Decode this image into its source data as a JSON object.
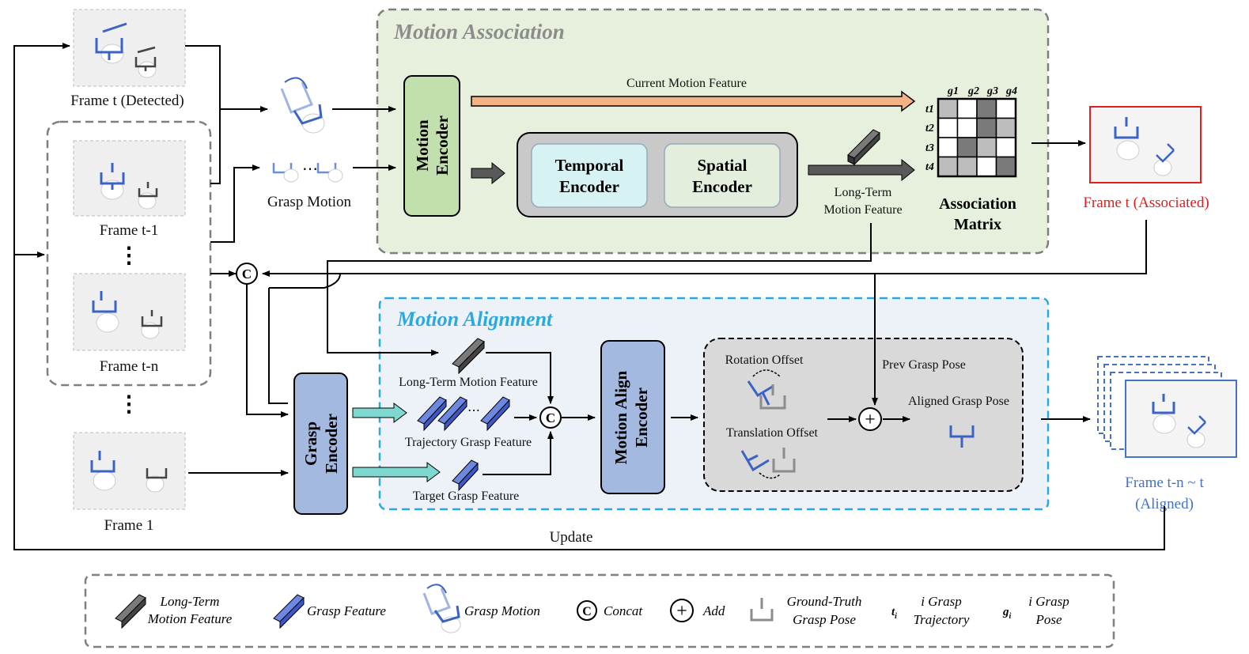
{
  "frames": {
    "detected": "Frame t (Detected)",
    "t1": "Frame t-1",
    "tn": "Frame t-n",
    "f1": "Frame 1",
    "associated": "Frame t (Associated)",
    "aligned_line1": "Frame t-n ~ t",
    "aligned_line2": "(Aligned)"
  },
  "labels": {
    "grasp_motion": "Grasp Motion",
    "update": "Update"
  },
  "association": {
    "title": "Motion Association",
    "motion_encoder_line1": "Motion",
    "motion_encoder_line2": "Encoder",
    "current_motion_feature": "Current Motion Feature",
    "temporal_line1": "Temporal",
    "temporal_line2": "Encoder",
    "spatial_line1": "Spatial",
    "spatial_line2": "Encoder",
    "long_term_line1": "Long-Term",
    "long_term_line2": "Motion Feature",
    "matrix_line1": "Association",
    "matrix_line2": "Matrix",
    "cols": [
      "g1",
      "g2",
      "g3",
      "g4"
    ],
    "rows": [
      "t1",
      "t2",
      "t3",
      "t4"
    ],
    "cells": [
      [
        "#bdbdbd",
        "#ffffff",
        "#7a7a7a",
        "#ffffff"
      ],
      [
        "#ffffff",
        "#ffffff",
        "#7a7a7a",
        "#bdbdbd"
      ],
      [
        "#ffffff",
        "#7a7a7a",
        "#bdbdbd",
        "#ffffff"
      ],
      [
        "#bdbdbd",
        "#bdbdbd",
        "#ffffff",
        "#7a7a7a"
      ]
    ]
  },
  "alignment": {
    "title": "Motion Alignment",
    "grasp_encoder_line1": "Grasp",
    "grasp_encoder_line2": "Encoder",
    "long_term_motion_feature": "Long-Term Motion Feature",
    "trajectory_grasp_feature": "Trajectory Grasp Feature",
    "target_grasp_feature": "Target Grasp Feature",
    "align_encoder_line1": "Motion Align",
    "align_encoder_line2": "Encoder",
    "rotation_offset": "Rotation Offset",
    "translation_offset": "Translation Offset",
    "prev_grasp_pose": "Prev Grasp Pose",
    "aligned_grasp_pose": "Aligned Grasp Pose"
  },
  "legend": {
    "long_term_line1": "Long-Term",
    "long_term_line2": "Motion Feature",
    "grasp_feature": "Grasp Feature",
    "grasp_motion": "Grasp Motion",
    "concat": "Concat",
    "add": "Add",
    "gt_line1": "Ground-Truth",
    "gt_line2": "Grasp Pose",
    "traj_symbol": "t",
    "traj_sub": "i",
    "traj_line1": "i Grasp",
    "traj_line2": "Trajectory",
    "pose_symbol": "g",
    "pose_sub": "i",
    "pose_line1": "i Grasp",
    "pose_line2": "Pose"
  },
  "symbols": {
    "concat": "C",
    "add": "+",
    "dots": "⋯",
    "vdots": "⋮"
  },
  "colors": {
    "association_bg": "#e6f0dc",
    "alignment_bg": "#edf2f9",
    "alignment_border": "#29a9e0",
    "motion_encoder": "#c2dfae",
    "grasp_encoder": "#a4b9e0",
    "feature_blue": "#3f57c4",
    "feature_gray": "#555555",
    "arrow_orange": "#f4b183",
    "arrow_teal": "#7fd8d0",
    "associated_red": "#e02020",
    "aligned_blue": "#4472c4"
  }
}
